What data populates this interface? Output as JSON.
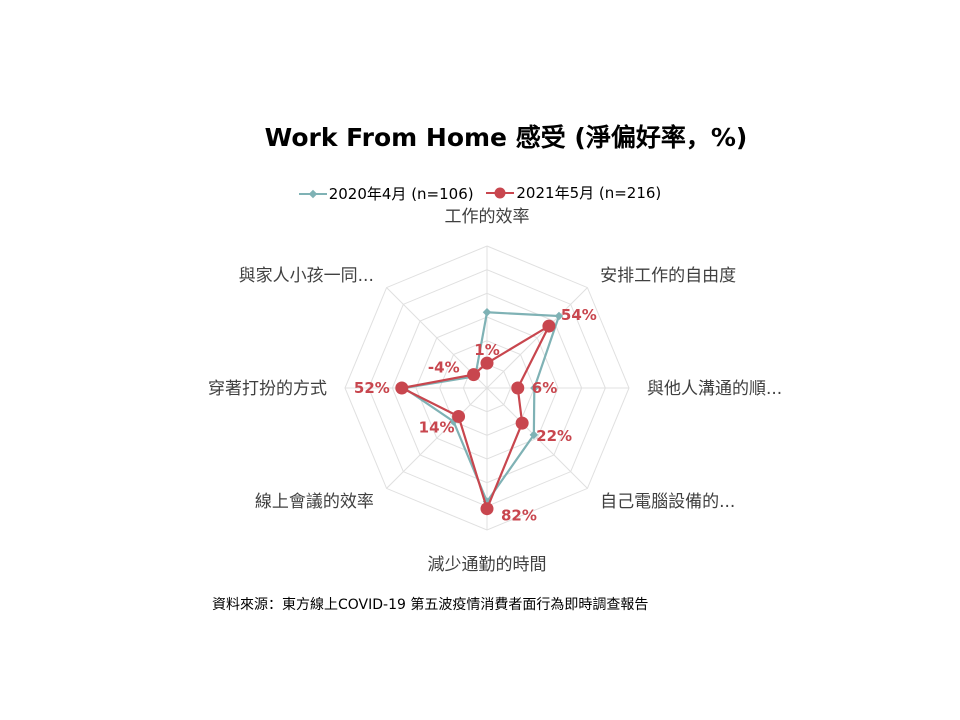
{
  "chart_data": {
    "type": "radar",
    "title": "Work From Home 感受 (淨偏好率，%)",
    "categories": [
      "工作的效率",
      "安排工作的自由度",
      "與他人溝通的順...",
      "自己電腦設備的...",
      "減少通勤的時間",
      "線上會議的效率",
      "穿著打扮的方式",
      "與家人小孩一同..."
    ],
    "series": [
      {
        "name": "2020年4月 (n=106)",
        "values": [
          44,
          66,
          20,
          36,
          76,
          20,
          50,
          -6
        ],
        "color": "#7fb2b5",
        "show_labels": false
      },
      {
        "name": "2021年5月 (n=216)",
        "values": [
          1,
          54,
          6,
          22,
          82,
          14,
          52,
          -4
        ],
        "color": "#c8464e",
        "show_labels": true
      }
    ],
    "data_labels": [
      "1%",
      "54%",
      "6%",
      "22%",
      "82%",
      "14%",
      "52%",
      "-4%"
    ],
    "rlim": [
      -20,
      100
    ],
    "grid": true,
    "legend": "top"
  },
  "source": "資料來源：東方線上COVID-19 第五波疫情消費者面行為即時調查報告"
}
